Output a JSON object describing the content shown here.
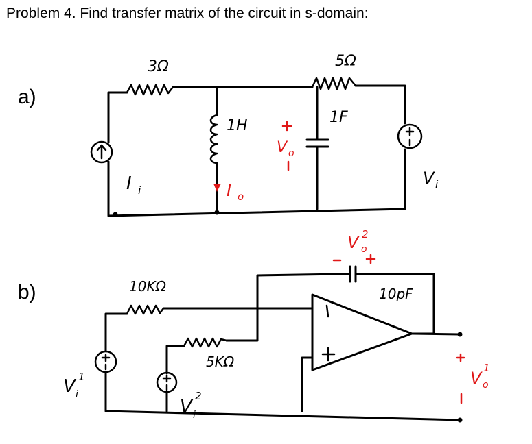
{
  "title": "Problem 4. Find transfer matrix of the circuit in s-domain:",
  "part_a": {
    "label": "a)",
    "resistor_left": "3Ω",
    "resistor_right": "5Ω",
    "inductor": "1H",
    "capacitor": "1F",
    "current_source": "I",
    "current_source_sub": "i",
    "output_current": "I",
    "output_current_sub": "o",
    "output_voltage": "V",
    "output_voltage_sub": "o",
    "voltage_source": "V",
    "voltage_source_sub": "i"
  },
  "part_b": {
    "label": "b)",
    "resistor_top": "10KΩ",
    "resistor_mid": "5KΩ",
    "capacitor": "10pF",
    "source1": "V",
    "source1_sup": "1",
    "source1_sub": "i",
    "source2": "V",
    "source2_sup": "2",
    "source2_sub": "i",
    "cap_voltage": "V",
    "cap_voltage_sup": "2",
    "cap_voltage_sub": "o",
    "output": "V",
    "output_sup": "1",
    "output_sub": "o"
  },
  "colors": {
    "ink": "#000000",
    "annotation": "#e01818"
  }
}
